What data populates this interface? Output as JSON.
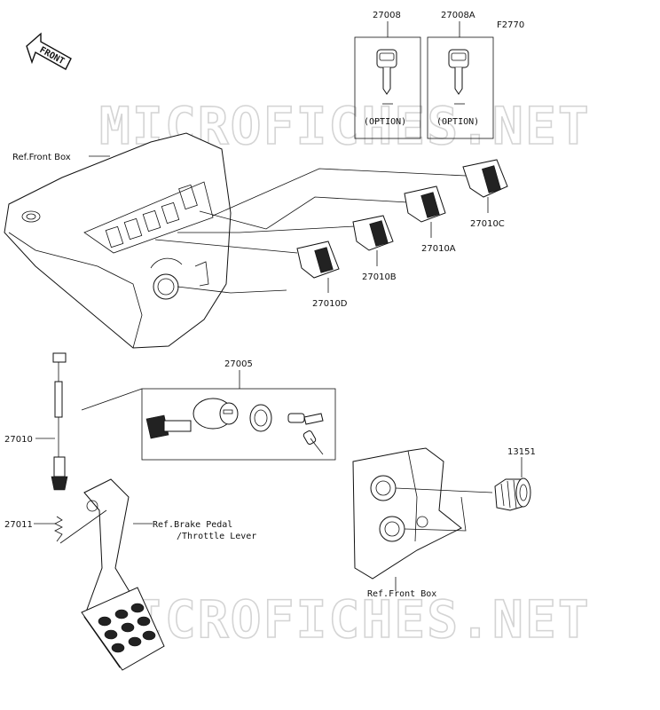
{
  "diagram": {
    "code": "F2770",
    "watermark": "MICROFICHES.NET",
    "front_indicator": "FRONT",
    "option_label": "(OPTION)",
    "parts": {
      "key_a": "27008",
      "key_b": "27008A",
      "switch_c": "27010C",
      "switch_a": "27010A",
      "switch_b": "27010B",
      "switch_d": "27010D",
      "ignition_switch": "27005",
      "brake_switch": "27010",
      "spring": "27011",
      "socket": "13151"
    },
    "refs": {
      "front_box_top": "Ref.Front Box",
      "brake_line1": "Ref.Brake Pedal",
      "brake_line2": "/Throttle Lever",
      "front_box_bottom": "Ref.Front Box"
    }
  }
}
